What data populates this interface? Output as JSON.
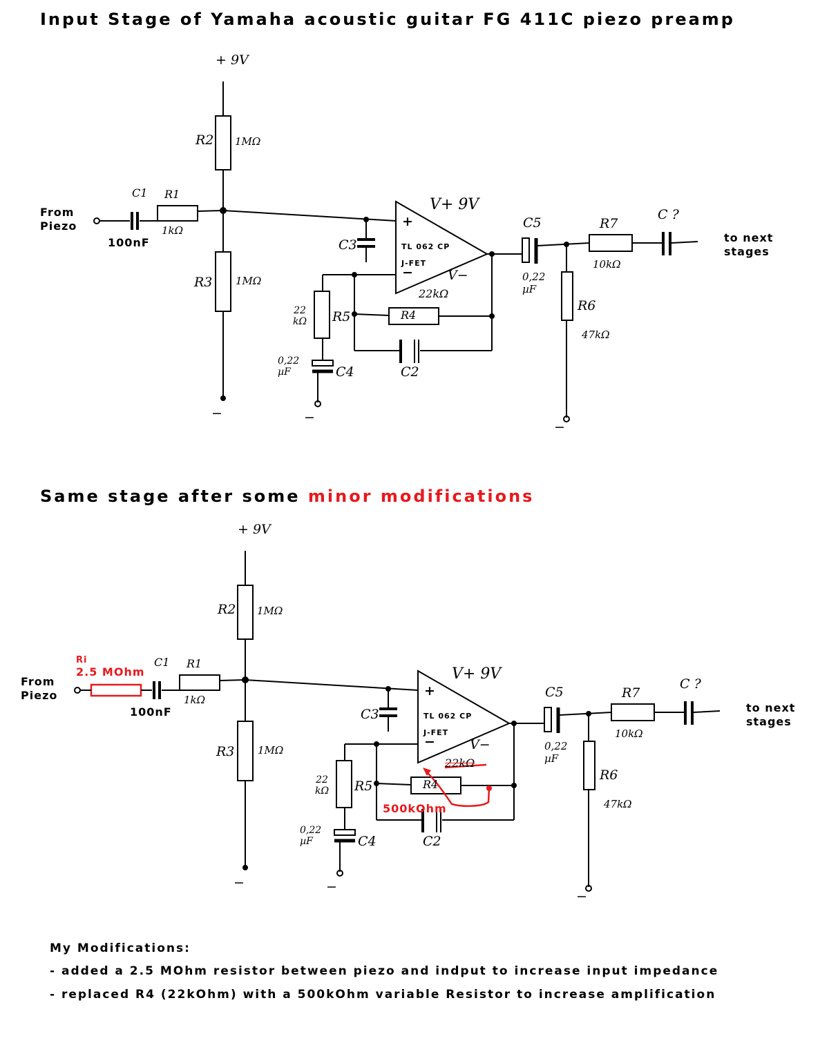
{
  "titles": {
    "top": "Input Stage of Yamaha acoustic guitar FG 411C piezo preamp",
    "bottom_prefix": "Same stage after some ",
    "bottom_highlight": "minor modifications"
  },
  "colors": {
    "highlight": "#e8191c",
    "ink": "#000000"
  },
  "circuit": {
    "from_piezo_line1": "From",
    "from_piezo_line2": "Piezo",
    "to_next_line1": "to next",
    "to_next_line2": "stages",
    "supply": "+ 9V",
    "r1": "R1",
    "r1_val": "1kΩ",
    "r2": "R2",
    "r2_val": "1MΩ",
    "r3": "R3",
    "r3_val": "1MΩ",
    "r4": "R4",
    "r4_val": "22kΩ",
    "r5": "R5",
    "r5_val_line1": "22",
    "r5_val_line2": "kΩ",
    "r6": "R6",
    "r6_val": "47kΩ",
    "r7": "R7",
    "r7_val": "10kΩ",
    "c1": "C1",
    "c1_val": "100nF",
    "c2": "C2",
    "c3": "C3",
    "c4": "C4",
    "c4_val_line1": "0,22",
    "c4_val_line2": "µF",
    "c5": "C5",
    "c5_val_line1": "0,22",
    "c5_val_line2": "µF",
    "c_unknown": "C ?",
    "opamp_line1": "TL 062 CP",
    "opamp_line2": "J-FET",
    "opamp_plus": "+",
    "opamp_minus": "−",
    "vplus": "V+ 9V",
    "vminus": "V−",
    "gnd": "−"
  },
  "modified": {
    "ri": "Ri",
    "ri_val": "2.5 MOhm",
    "r4_new_val": "500kOhm"
  },
  "notes": {
    "heading": "My Modifications:",
    "line1": "- added a 2.5 MOhm resistor between piezo and indput to increase input impedance",
    "line2": "- replaced R4 (22kOhm) with a 500kOhm variable Resistor to increase amplification"
  }
}
